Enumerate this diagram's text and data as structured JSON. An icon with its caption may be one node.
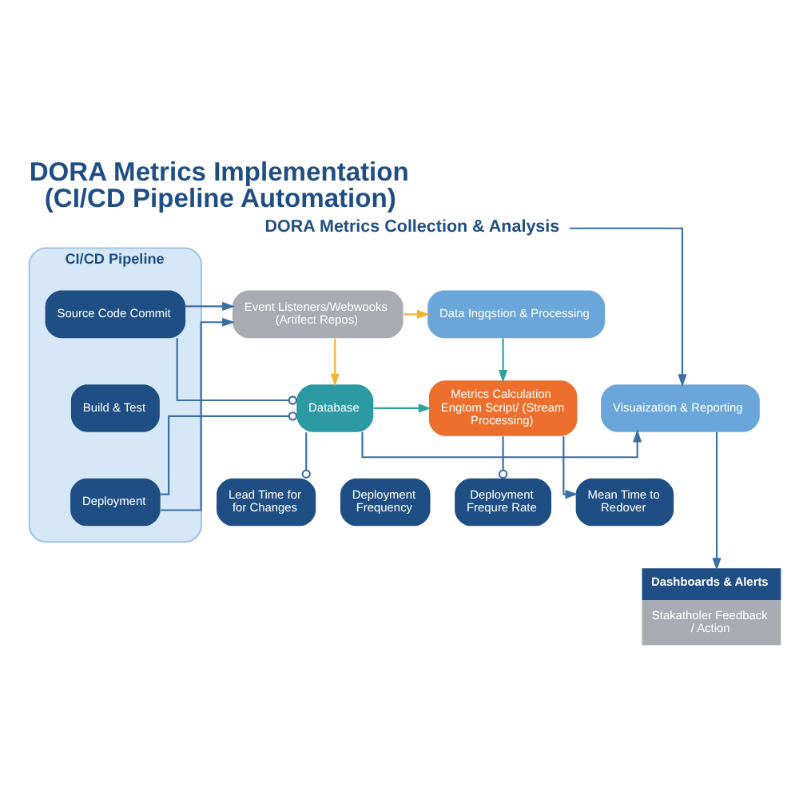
{
  "diagram": {
    "title": "DORA Metrics Implementation (CI/CD Pipeline Automation)",
    "nodes": [
      {
        "text": [
          "CI/CD Pipeline"
        ]
      },
      {
        "text": [
          "Source Code Commit"
        ],
        "in": 0
      },
      {
        "text": [
          "Build & Test"
        ],
        "in": 0
      },
      {
        "text": [
          "Deployment"
        ],
        "in": 0
      },
      {
        "text": [
          "DORA Metrics Collection & Analysis"
        ]
      },
      {
        "text": [
          "Event Listeners/Webwooks (Artifect Repos)"
        ]
      },
      {
        "text": [
          "Data Ingqstion & Processing"
        ]
      },
      {
        "text": [
          "Database"
        ]
      },
      {
        "text": [
          "Metrics Calculation Engtom Script/ (Stream Processing)"
        ]
      },
      {
        "text": [
          "Visuaization & Reporting"
        ]
      },
      {
        "text": [
          "Lead Time for for Changes"
        ]
      },
      {
        "text": [
          "Deployment Frequency"
        ]
      },
      {
        "text": [
          "Deployment Frequre Rate"
        ]
      },
      {
        "text": [
          "Mean Time to Redover"
        ]
      },
      {
        "text": [
          "Dashboards & Alerts",
          "Stakatholer Feedback / Action"
        ]
      }
    ],
    "edges": [
      {
        "from": 1,
        "to": 5,
        "arrow": "to"
      },
      {
        "from": 3,
        "to": 5,
        "arrow": "to"
      },
      {
        "from": 1,
        "to": 7,
        "arrow": "other"
      },
      {
        "from": 3,
        "to": 7,
        "arrow": "other"
      },
      {
        "from": 5,
        "to": 6,
        "arrow": "to",
        "color": "#f2b431"
      },
      {
        "from": 5,
        "to": 7,
        "arrow": "to",
        "color": "#f2b431"
      },
      {
        "from": 6,
        "to": 8,
        "arrow": "to",
        "color": "#2aa39a"
      },
      {
        "from": 7,
        "to": 8,
        "arrow": "to",
        "color": "#2aa39a"
      },
      {
        "from": 4,
        "to": 9,
        "arrow": "to"
      },
      {
        "from": 7,
        "to": 9,
        "arrow": "to"
      },
      {
        "from": 7,
        "to": 10,
        "arrow": "other"
      },
      {
        "from": 8,
        "to": 12,
        "arrow": "other"
      },
      {
        "from": 8,
        "to": 13,
        "arrow": "to"
      },
      {
        "from": 9,
        "to": 14,
        "arrow": "to"
      }
    ]
  }
}
